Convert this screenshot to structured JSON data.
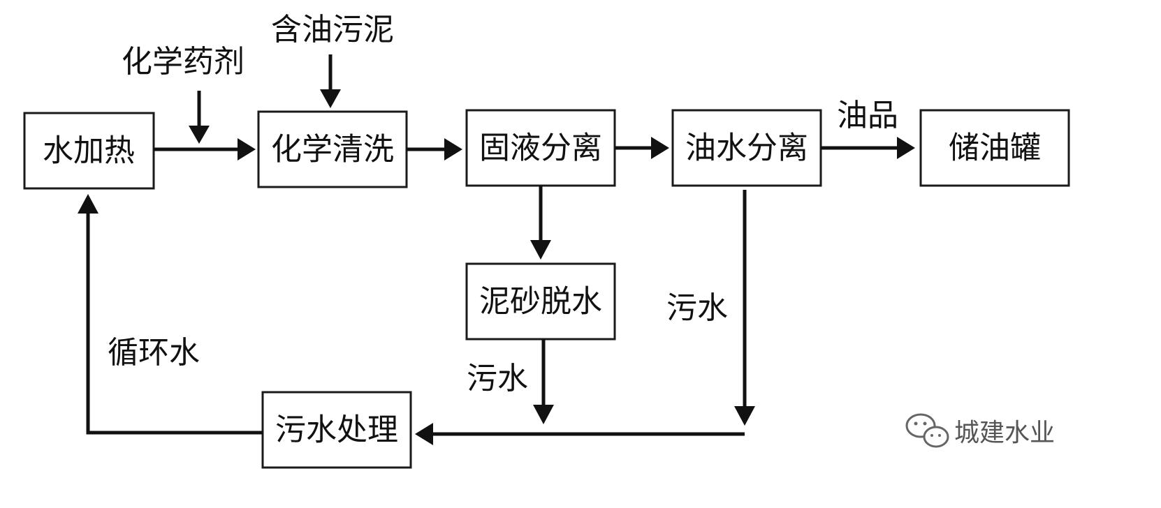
{
  "nodes": {
    "water_heating": "水加热",
    "chemical_cleaning": "化学清洗",
    "solid_liquid_separation": "固液分离",
    "oil_water_separation": "油水分离",
    "oil_storage_tank": "储油罐",
    "sludge_sand_dewatering": "泥砂脱水",
    "wastewater_treatment": "污水处理"
  },
  "labels": {
    "chemical_agent": "化学药剂",
    "oily_sludge": "含油污泥",
    "oil_product": "油品",
    "wastewater_from_separator": "污水",
    "wastewater_from_dewatering": "污水",
    "circulating_water": "循环水"
  },
  "watermark": {
    "text": "城建水业",
    "icon": "wechat-icon"
  },
  "colors": {
    "line": "#111111",
    "box_border": "#1a1a1a",
    "watermark": "#555555"
  }
}
